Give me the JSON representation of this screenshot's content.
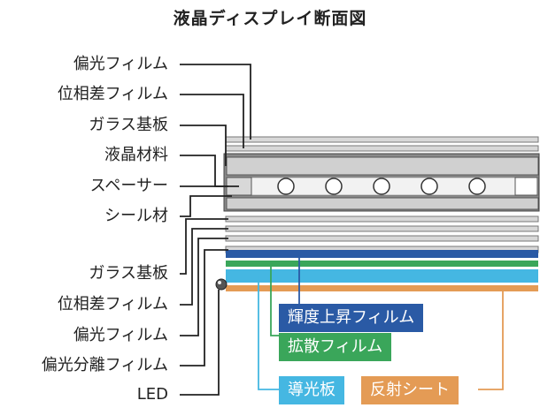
{
  "title": "液晶ディスプレイ断面図",
  "left_labels": [
    "偏光フィルム",
    "位相差フィルム",
    "ガラス基板",
    "液晶材料",
    "スペーサー",
    "シール材",
    "ガラス基板",
    "位相差フィルム",
    "偏光フィルム",
    "偏光分離フィルム",
    "LED"
  ],
  "callouts": {
    "brightness": "輝度上昇フィルム",
    "diffuser": "拡散フィルム",
    "light_guide": "導光板",
    "reflector": "反射シート"
  },
  "colors": {
    "brightness": "#2a5aa5",
    "diffuser": "#3aa65a",
    "light_guide": "#45b7e2",
    "reflector": "#e49b55",
    "film": "#d6d6d6",
    "glass": "#c9c9c9",
    "line": "#222222"
  }
}
